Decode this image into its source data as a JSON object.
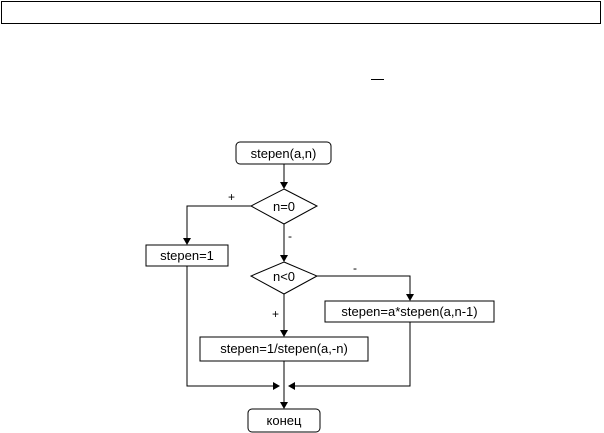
{
  "diagram": {
    "start_label": "stepen(a,n)",
    "decision1_label": "n=0",
    "decision2_label": "n<0",
    "assign_one_label": "stepen=1",
    "recursive_pos_label": "stepen=a*stepen(a,n-1)",
    "recursive_neg_label": "stepen=1/stepen(a,-n)",
    "end_label": "конец",
    "edge_labels": {
      "d1_yes": "+",
      "d1_no": "-",
      "d2_yes": "+",
      "d2_no": "-"
    }
  }
}
